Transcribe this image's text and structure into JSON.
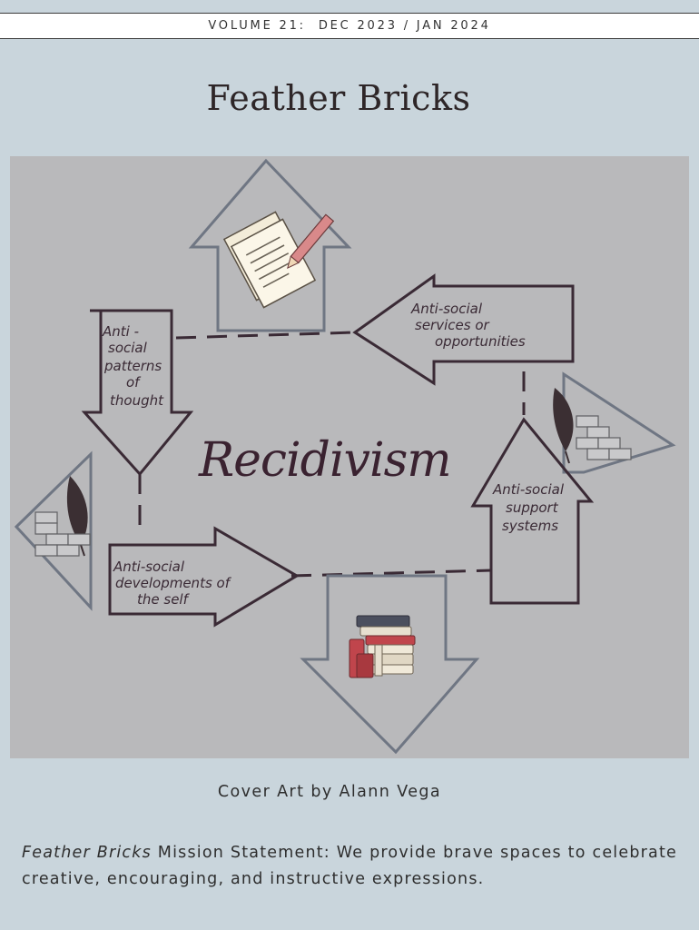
{
  "header": {
    "volume": "VOLUME 21:",
    "issue_date": "DEC 2023 / JAN 2024"
  },
  "title": "Feather Bricks",
  "cover_art": {
    "center_word": "Recidivism",
    "arrow_labels": {
      "patterns": [
        "Anti -",
        "social",
        "patterns",
        "of",
        "thought"
      ],
      "services": [
        "Anti-social",
        "services or",
        "opportunities"
      ],
      "support": [
        "Anti-social",
        "support",
        "systems"
      ],
      "developments": [
        "Anti-social",
        "developments of",
        "the self"
      ]
    },
    "icons": [
      "notebook-pencil-icon",
      "feather-bricks-icon",
      "book-stack-icon"
    ]
  },
  "credit": "Cover Art by Alann Vega",
  "mission": {
    "name": "Feather Bricks",
    "text": " Mission Statement: We provide brave spaces to celebrate creative, encouraging, and instructive expressions."
  }
}
